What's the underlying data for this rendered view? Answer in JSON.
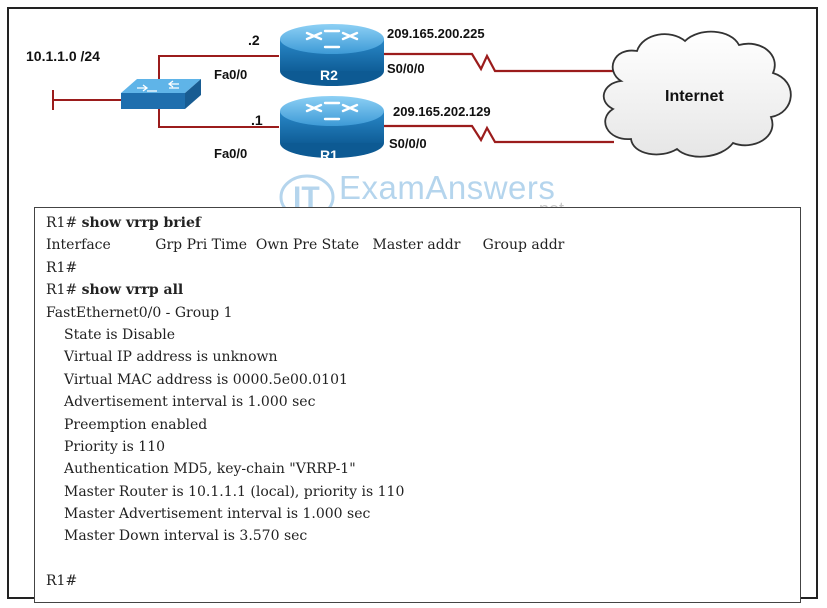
{
  "diagram": {
    "lan_subnet": "10.1.1.0 /24",
    "r2": {
      "name": "R2",
      "lan_host": ".2",
      "lan_interface": "Fa0/0",
      "wan_ip": "209.165.200.225",
      "wan_interface": "S0/0/0"
    },
    "r1": {
      "name": "R1",
      "lan_host": ".1",
      "lan_interface": "Fa0/0",
      "wan_ip": "209.165.202.129",
      "wan_interface": "S0/0/0"
    },
    "cloud_label": "Internet"
  },
  "watermark": {
    "brand": "ExamAnswers",
    "tld": ".net",
    "logo_letters": "IT"
  },
  "terminal": {
    "prompt1": "R1#",
    "cmd1": "show vrrp brief",
    "header": "Interface          Grp Pri Time  Own Pre State   Master addr     Group addr",
    "prompt2": "R1#",
    "prompt3": "R1#",
    "cmd2": "show vrrp all",
    "group_line": "FastEthernet0/0 - Group 1",
    "details": [
      "State is Disable",
      "Virtual IP address is unknown",
      "Virtual MAC address is 0000.5e00.0101",
      "Advertisement interval is 1.000 sec",
      "Preemption enabled",
      "Priority is 110",
      "Authentication MD5, key-chain \"VRRP-1\"",
      "Master Router is 10.1.1.1 (local), priority is 110",
      "Master Advertisement interval is 1.000 sec",
      "Master Down interval is 3.570 sec"
    ],
    "final_prompt": "R1#"
  },
  "colors": {
    "link": "#9b1c1c",
    "router_body": "#1e7fc0",
    "router_top": "#5fb4e8",
    "switch_body": "#3c9ad6",
    "watermark": "#79b3e0"
  }
}
